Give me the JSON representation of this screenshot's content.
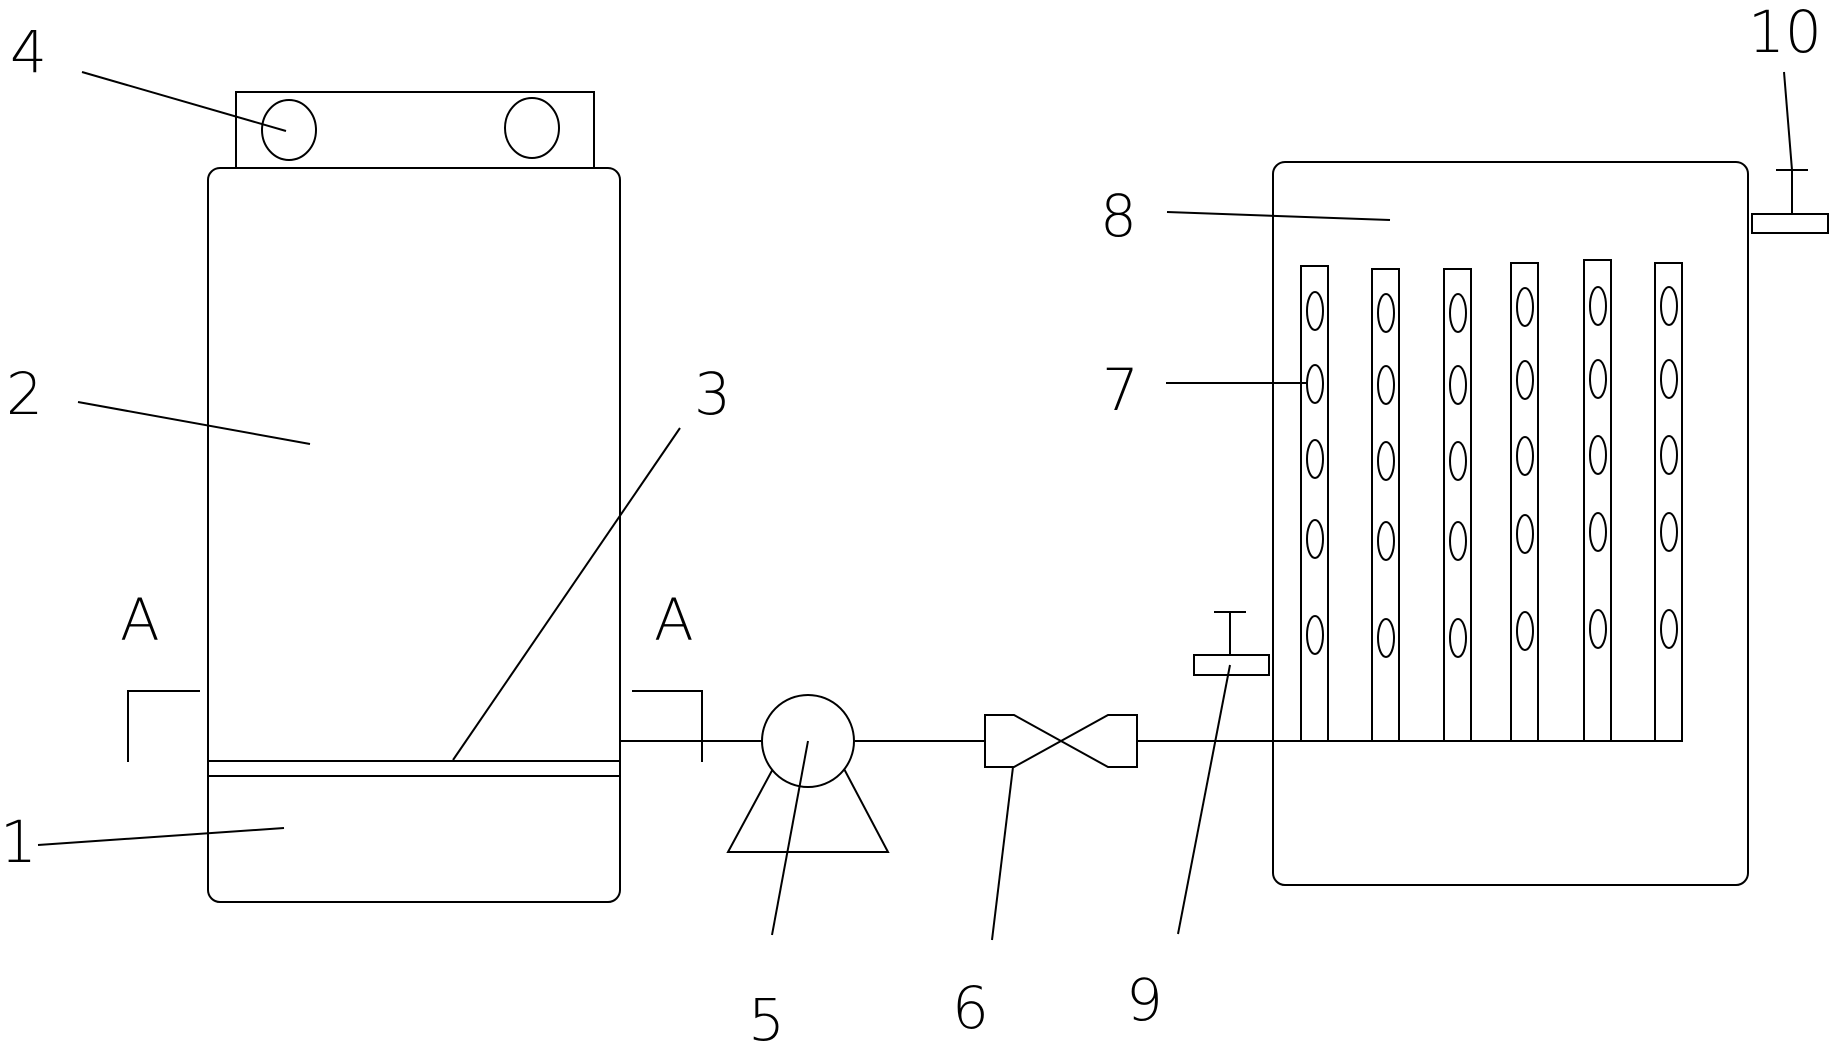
{
  "labels": {
    "n1": "1",
    "n2": "2",
    "n3": "3",
    "n4": "4",
    "n5": "5",
    "n6": "6",
    "n7": "7",
    "n8": "8",
    "n9": "9",
    "n10": "10",
    "section_left": "A",
    "section_right": "A"
  }
}
